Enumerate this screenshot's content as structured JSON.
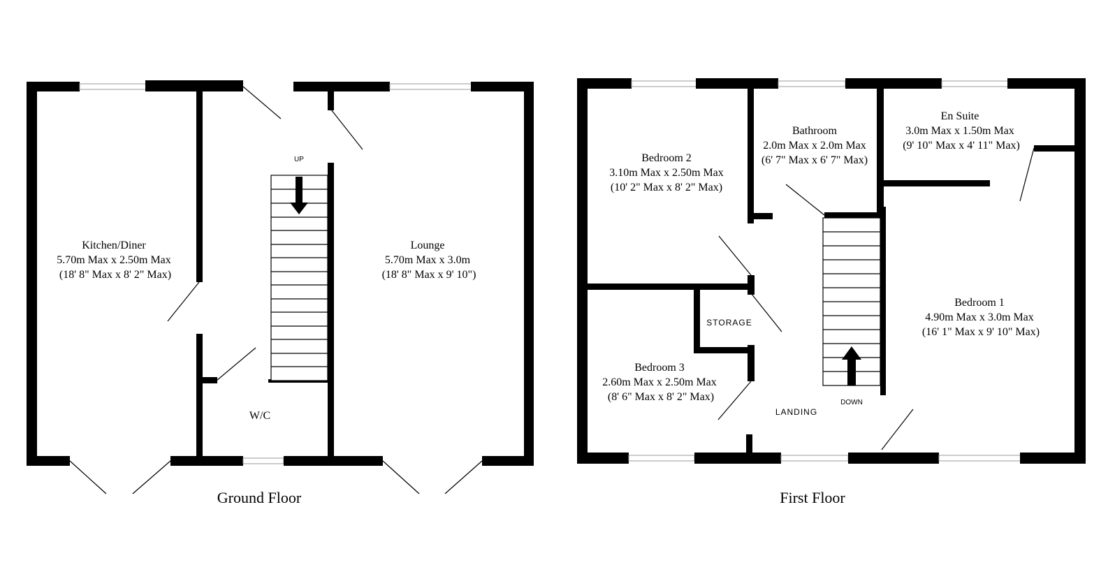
{
  "ground_floor": {
    "title": "Ground Floor",
    "kitchen": {
      "name": "Kitchen/Diner",
      "size": "5.70m Max x 2.50m Max",
      "imperial": "(18' 8\" Max x 8' 2\" Max)"
    },
    "lounge": {
      "name": "Lounge",
      "size": "5.70m Max x 3.0m",
      "imperial": "(18' 8\" Max x 9' 10\")"
    },
    "wc": "W/C",
    "stair_label": "UP"
  },
  "first_floor": {
    "title": "First Floor",
    "bedroom2": {
      "name": "Bedroom 2",
      "size": "3.10m Max x 2.50m Max",
      "imperial": "(10' 2\" Max x 8' 2\" Max)"
    },
    "bathroom": {
      "name": "Bathroom",
      "size": "2.0m Max x 2.0m Max",
      "imperial": "(6' 7\" Max x 6' 7\" Max)"
    },
    "ensuite": {
      "name": "En Suite",
      "size": "3.0m Max x 1.50m Max",
      "imperial": "(9' 10\" Max x 4' 11\" Max)"
    },
    "bedroom1": {
      "name": "Bedroom 1",
      "size": "4.90m Max x 3.0m Max",
      "imperial": "(16' 1\" Max x 9' 10\" Max)"
    },
    "bedroom3": {
      "name": "Bedroom 3",
      "size": "2.60m Max x 2.50m Max",
      "imperial": "(8' 6\" Max x 8' 2\" Max)"
    },
    "storage": "STORAGE",
    "landing": "LANDING",
    "stair_label": "DOWN"
  }
}
